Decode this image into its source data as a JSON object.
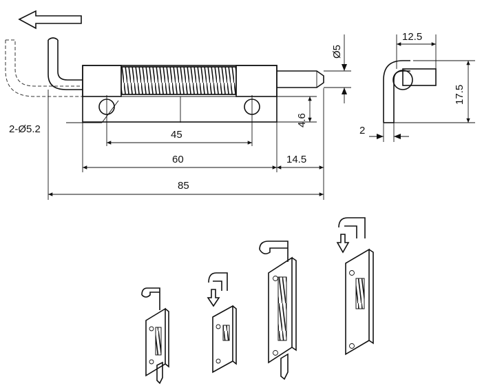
{
  "dimensions": {
    "d45": "45",
    "d60": "60",
    "d85": "85",
    "d14_5": "14.5",
    "d4_6": "4.6",
    "d5": "Ø5",
    "holes": "2-Ø5.2",
    "d12_5": "12.5",
    "d17_5": "17.5",
    "d2": "2"
  },
  "icons": {
    "direction": "left-arrow-icon",
    "insert": "down-arrow-icon"
  }
}
